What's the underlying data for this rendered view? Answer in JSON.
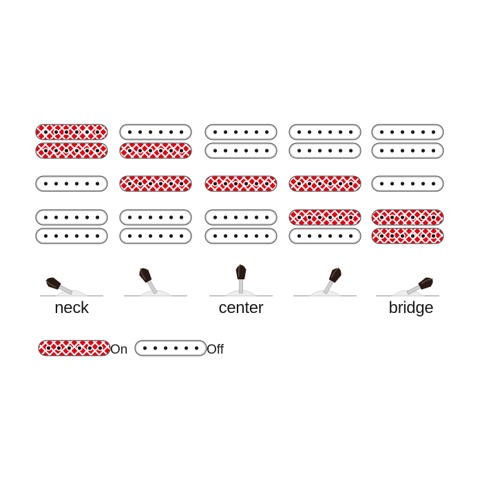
{
  "colors": {
    "on_fill": "#e30613",
    "off_fill": "#ffffff",
    "outline": "#555555",
    "pole": "#1a1a1a",
    "knob": "#2a1a14",
    "base": "#dddddd",
    "line": "#888888"
  },
  "positions": [
    {
      "label": "neck",
      "lever": "left-down",
      "neck_humbucker": "on",
      "middle_single": "off",
      "bridge_humbucker": "off"
    },
    {
      "label": "",
      "lever": "left",
      "neck_humbucker": "inner-coil-on",
      "middle_single": "on",
      "bridge_humbucker": "off"
    },
    {
      "label": "center",
      "lever": "up",
      "neck_humbucker": "off",
      "middle_single": "on",
      "bridge_humbucker": "off"
    },
    {
      "label": "",
      "lever": "right",
      "neck_humbucker": "off",
      "middle_single": "on",
      "bridge_humbucker": "inner-coil-on"
    },
    {
      "label": "bridge",
      "lever": "right-down",
      "neck_humbucker": "off",
      "middle_single": "off",
      "bridge_humbucker": "on"
    }
  ],
  "legend": {
    "on_label": "On",
    "off_label": "Off"
  }
}
